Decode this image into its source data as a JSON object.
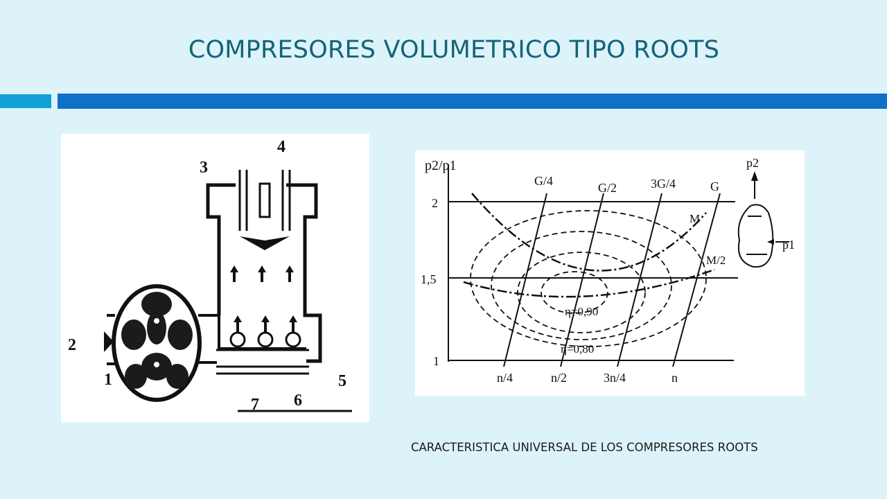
{
  "slide": {
    "title": "COMPRESORES VOLUMETRICO TIPO ROOTS",
    "caption": "CARACTERISTICA UNIVERSAL DE LOS COMPRESORES ROOTS"
  },
  "diagram": {
    "labels": [
      "1",
      "2",
      "3",
      "4",
      "5",
      "6",
      "7"
    ]
  },
  "chart": {
    "y_tick_labels": [
      "2",
      "1,5",
      "1"
    ],
    "x_tick_labels": [
      "n/4",
      "n/2",
      "3n/4",
      "n"
    ],
    "flow_line_labels": [
      "G/4",
      "G/2",
      "3G/4",
      "G"
    ],
    "torque_labels": [
      "M",
      "M/2"
    ],
    "efficiency_labels": [
      "η=0,90",
      "η=0,80"
    ],
    "y_axis_label": "p2/p1",
    "inset_labels": [
      "p2",
      "p1"
    ]
  },
  "colors": {
    "background": "#dcf3f9",
    "title": "#146378",
    "accent_light": "#12a0d8",
    "accent_dark": "#106fc7"
  }
}
